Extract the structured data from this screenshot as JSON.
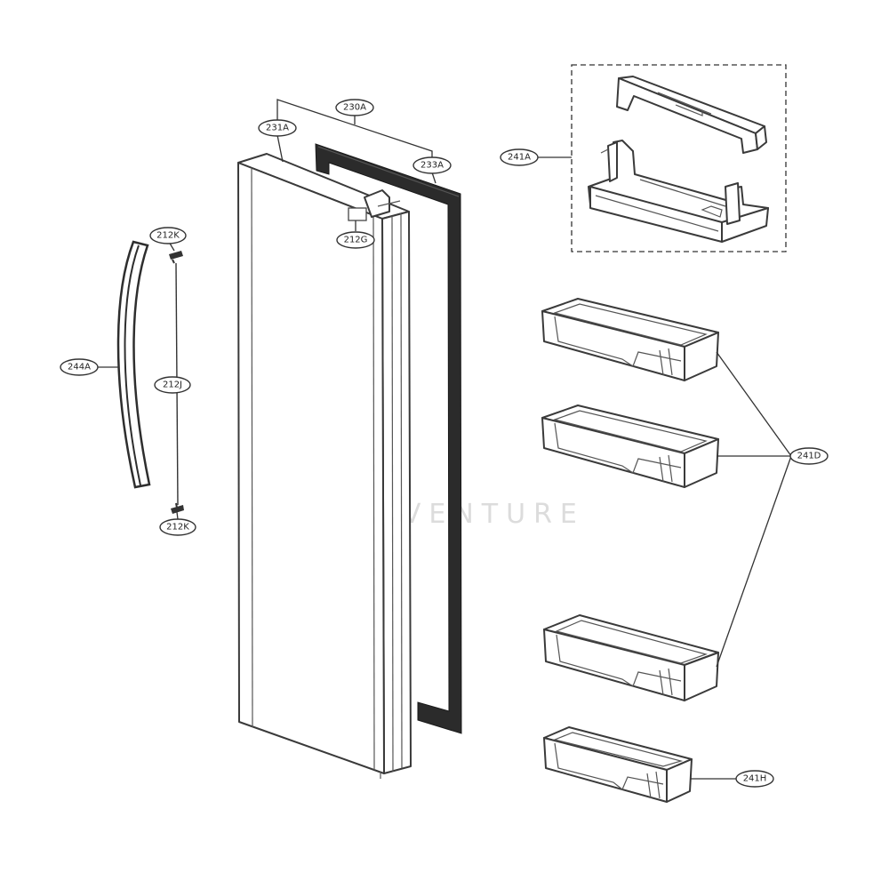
{
  "watermark": "LEADVENTURE",
  "callouts": {
    "c230A": "230A",
    "c231A": "231A",
    "c233A": "233A",
    "c212G": "212G",
    "c212K_top": "212K",
    "c212J": "212J",
    "c244A": "244A",
    "c212K_bottom": "212K",
    "c241A": "241A",
    "c241D": "241D",
    "c241H": "241H"
  }
}
